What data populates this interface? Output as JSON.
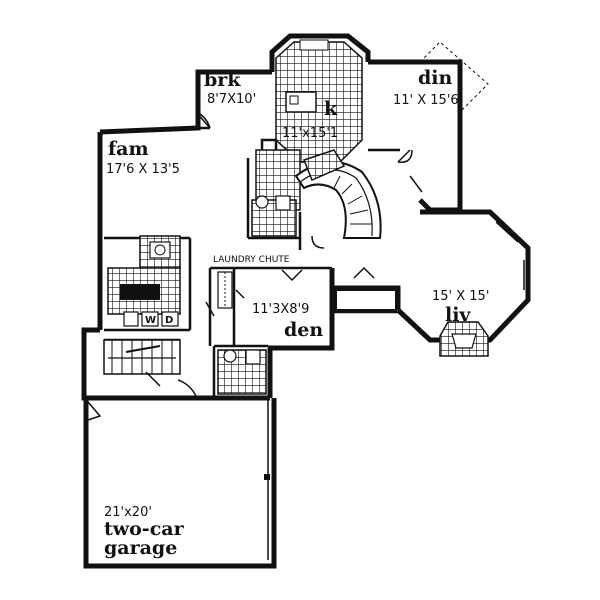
{
  "rooms": {
    "brk": {
      "name": "brk",
      "dims": "8'7X10'"
    },
    "din": {
      "name": "din",
      "dims": "11' X 15'6"
    },
    "kitchen": {
      "name": "k",
      "dims": "11'x15'1"
    },
    "fam": {
      "name": "fam",
      "dims": "17'6 X 13'5"
    },
    "den": {
      "name": "den",
      "dims": "11'3X8'9"
    },
    "liv": {
      "name": "liv",
      "dims": "15' X 15'"
    },
    "garage": {
      "name_line1": "two-car",
      "name_line2": "garage",
      "dims": "21'x20'"
    }
  },
  "labels": {
    "laundry_chute": "LAUNDRY CHUTE",
    "washer": "W",
    "dryer": "D"
  }
}
